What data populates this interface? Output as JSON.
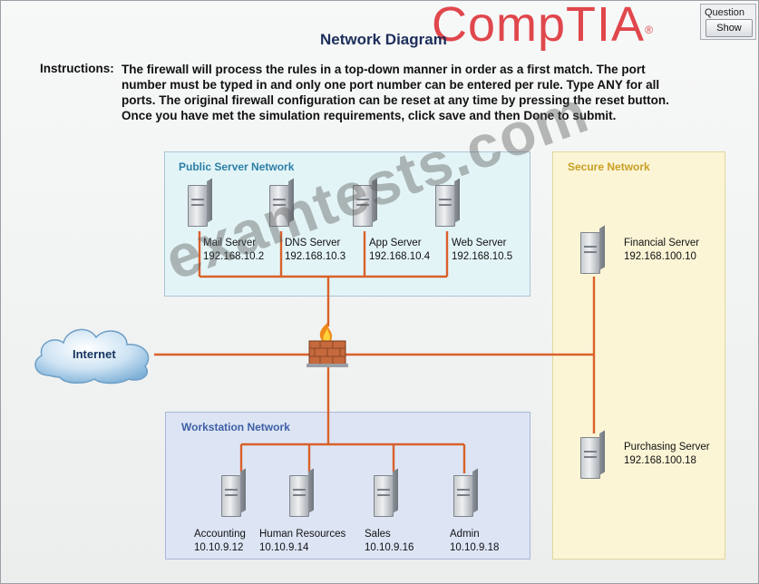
{
  "header": {
    "logo_text": "CompTIA",
    "logo_reg": "®",
    "question_label": "Question",
    "show_button": "Show"
  },
  "title": "Network Diagram",
  "instructions": {
    "label": "Instructions:",
    "text": "The firewall will process the rules in a top-down manner in order as a first match. The port number must be typed in and only one port number can be entered per rule. Type ANY for all ports. The original firewall configuration can be reset at any time by pressing the reset button. Once you have met the simulation requirements, click save and then Done to submit."
  },
  "zones": {
    "public": "Public Server Network",
    "workstation": "Workstation Network",
    "secure": "Secure Network"
  },
  "internet_label": "Internet",
  "public_servers": [
    {
      "name": "Mail Server",
      "ip": "192.168.10.2"
    },
    {
      "name": "DNS Server",
      "ip": "192.168.10.3"
    },
    {
      "name": "App Server",
      "ip": "192.168.10.4"
    },
    {
      "name": "Web Server",
      "ip": "192.168.10.5"
    }
  ],
  "secure_servers": [
    {
      "name": "Financial Server",
      "ip": "192.168.100.10"
    },
    {
      "name": "Purchasing Server",
      "ip": "192.168.100.18"
    }
  ],
  "workstations": [
    {
      "name": "Accounting",
      "ip": "10.10.9.12"
    },
    {
      "name": "Human Resources",
      "ip": "10.10.9.14"
    },
    {
      "name": "Sales",
      "ip": "10.10.9.16"
    },
    {
      "name": "Admin",
      "ip": "10.10.9.18"
    }
  ],
  "watermark": "examtests.com",
  "colors": {
    "wire": "#d9612a",
    "logo": "#e0474c",
    "title": "#1c2e5a"
  }
}
